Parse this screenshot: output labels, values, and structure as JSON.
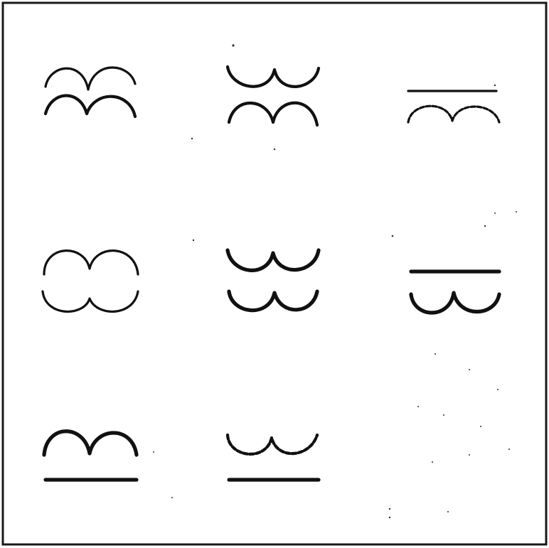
{
  "figure": {
    "ink_color": "#111111",
    "frame_color": "#1a1a1a",
    "background": "#ffffff"
  },
  "cells": [
    {
      "id": "r1c1",
      "symbol": "double-arch-over-double-arch"
    },
    {
      "id": "r1c2",
      "symbol": "double-cup-over-double-arch"
    },
    {
      "id": "r1c3",
      "symbol": "line-over-double-arch"
    },
    {
      "id": "r2c1",
      "symbol": "double-arch-over-double-cup"
    },
    {
      "id": "r2c2",
      "symbol": "double-cup-over-double-cup"
    },
    {
      "id": "r2c3",
      "symbol": "line-over-double-cup"
    },
    {
      "id": "r3c1",
      "symbol": "double-arch-over-line"
    },
    {
      "id": "r3c2",
      "symbol": "double-cup-over-line"
    },
    {
      "id": "r3c3",
      "symbol": "empty"
    }
  ]
}
